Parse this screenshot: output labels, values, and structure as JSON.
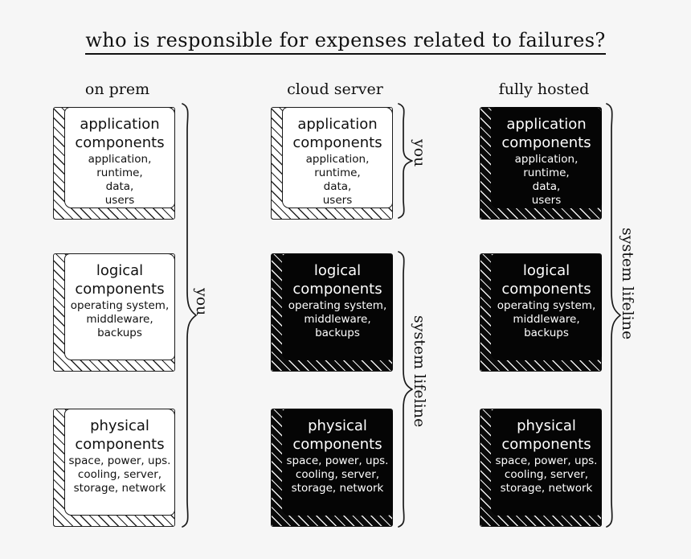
{
  "title": "who is responsible for expenses related to failures?",
  "columns": [
    {
      "id": "on-prem",
      "header": "on prem",
      "boxes": [
        {
          "id": "application",
          "tone": "light",
          "line1": "application",
          "line2": "components",
          "detail": [
            "application,",
            "runtime,",
            "data,",
            "users"
          ]
        },
        {
          "id": "logical",
          "tone": "light",
          "line1": "logical",
          "line2": "components",
          "detail": [
            "operating system,",
            "middleware,",
            "backups"
          ]
        },
        {
          "id": "physical",
          "tone": "light",
          "line1": "physical",
          "line2": "components",
          "detail": [
            "space, power, ups.",
            "cooling, server,",
            "storage, network"
          ]
        }
      ],
      "braces": [
        {
          "id": "you-all",
          "label": "you",
          "spans": [
            "application",
            "logical",
            "physical"
          ]
        }
      ]
    },
    {
      "id": "cloud-server",
      "header": "cloud server",
      "boxes": [
        {
          "id": "application",
          "tone": "light",
          "line1": "application",
          "line2": "components",
          "detail": [
            "application,",
            "runtime,",
            "data,",
            "users"
          ]
        },
        {
          "id": "logical",
          "tone": "dark",
          "line1": "logical",
          "line2": "components",
          "detail": [
            "operating system,",
            "middleware,",
            "backups"
          ]
        },
        {
          "id": "physical",
          "tone": "dark",
          "line1": "physical",
          "line2": "components",
          "detail": [
            "space, power, ups.",
            "cooling, server,",
            "storage, network"
          ]
        }
      ],
      "braces": [
        {
          "id": "you-app",
          "label": "you",
          "spans": [
            "application"
          ]
        },
        {
          "id": "lifeline-lower",
          "label": "system lifeline",
          "spans": [
            "logical",
            "physical"
          ]
        }
      ]
    },
    {
      "id": "fully-hosted",
      "header": "fully hosted",
      "boxes": [
        {
          "id": "application",
          "tone": "dark",
          "line1": "application",
          "line2": "components",
          "detail": [
            "application,",
            "runtime,",
            "data,",
            "users"
          ]
        },
        {
          "id": "logical",
          "tone": "dark",
          "line1": "logical",
          "line2": "components",
          "detail": [
            "operating system,",
            "middleware,",
            "backups"
          ]
        },
        {
          "id": "physical",
          "tone": "dark",
          "line1": "physical",
          "line2": "components",
          "detail": [
            "space, power, ups.",
            "cooling, server,",
            "storage, network"
          ]
        }
      ],
      "braces": [
        {
          "id": "lifeline-all",
          "label": "system lifeline",
          "spans": [
            "application",
            "logical",
            "physical"
          ]
        }
      ]
    }
  ],
  "colors": {
    "background": "#f6f6f6",
    "ink": "#111111",
    "dark_fill": "#050505",
    "light_fill": "#ffffff"
  }
}
